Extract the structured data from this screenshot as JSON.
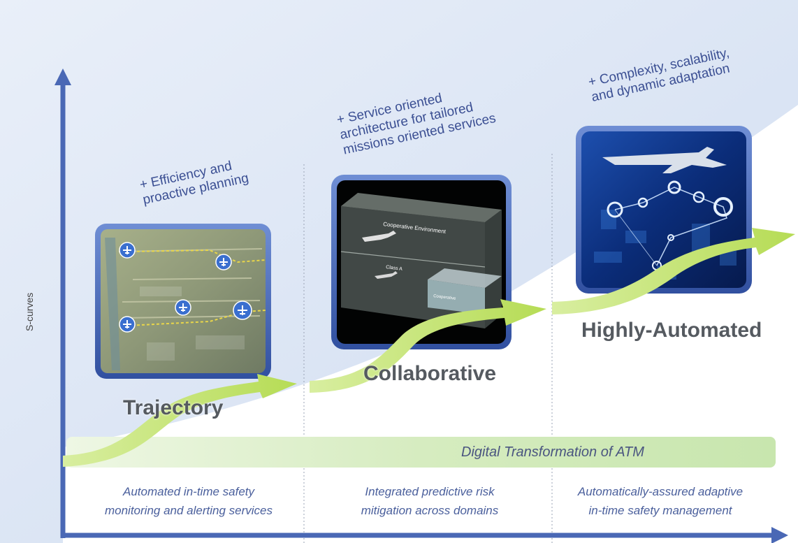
{
  "y_axis_label": "S-curves",
  "stages": [
    {
      "name": "Trajectory",
      "benefit": [
        "+ Efficiency and",
        "proactive planning"
      ],
      "footer": [
        "Automated in-time safety",
        "monitoring and alerting services"
      ]
    },
    {
      "name": "Collaborative",
      "benefit": [
        "+ Service oriented",
        "architecture for tailored",
        "missions oriented services"
      ],
      "footer": [
        "Integrated predictive risk",
        "mitigation across domains"
      ]
    },
    {
      "name": "Highly-Automated",
      "benefit": [
        "+ Complexity, scalability,",
        "and dynamic adaptation"
      ],
      "footer": [
        "Automatically-assured adaptive",
        "in-time safety management"
      ]
    }
  ],
  "digital_transformation_label": "Digital Transformation of ATM",
  "collab_panel_labels": {
    "environment": "Cooperative Environment",
    "class_a": "Class A",
    "small_box": "Cooperative"
  },
  "colors": {
    "axis": "#4a68b5",
    "arrow": "#c5e36a",
    "frame": "#3d5ba8",
    "band": "#cfe7b2"
  },
  "icons": [
    "airplane-icon",
    "network-node-icon"
  ]
}
